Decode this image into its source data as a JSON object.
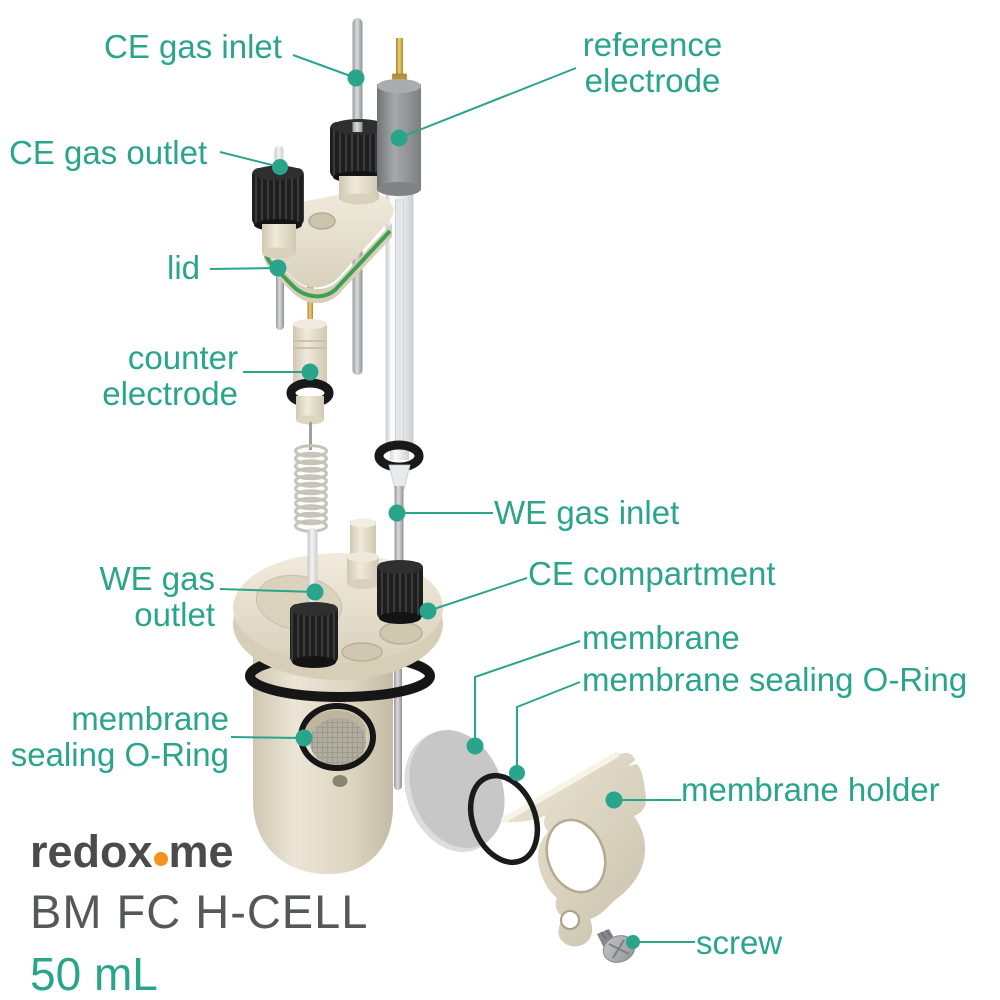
{
  "colors": {
    "accent_teal": "#2aa58c",
    "lid_oring_green": "#3ca152",
    "logo_orange": "#f6921e",
    "brand_dark": "#4b4b4d",
    "brand_gray": "#56575b"
  },
  "labels": {
    "ce_gas_inlet": "CE gas inlet",
    "reference_electrode": [
      "reference",
      "electrode"
    ],
    "ce_gas_outlet": "CE gas outlet",
    "lid": "lid",
    "counter_electrode": [
      "counter",
      "electrode"
    ],
    "we_gas_inlet": "WE gas inlet",
    "ce_compartment": "CE compartment",
    "we_gas_outlet": [
      "WE gas",
      "outlet"
    ],
    "membrane": "membrane",
    "membrane_sealing_oring": "membrane sealing O-Ring",
    "membrane_sealing_oring_left": [
      "membrane",
      "sealing O-Ring"
    ],
    "membrane_holder": "membrane holder",
    "screw": "screw"
  },
  "brand": {
    "logo_prefix": "redox",
    "logo_suffix": "me",
    "product_name": "BM FC H-CELL",
    "volume": "50 mL"
  }
}
